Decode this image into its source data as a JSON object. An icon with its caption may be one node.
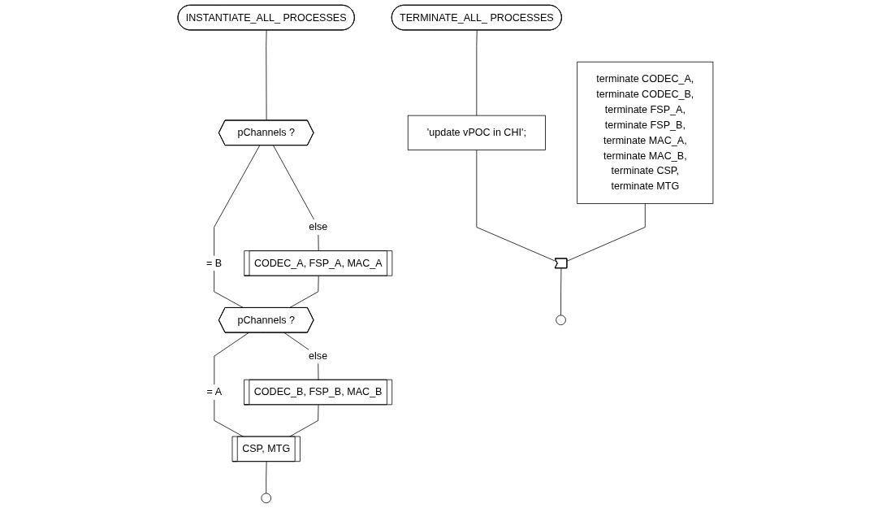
{
  "diagram": {
    "nodes": [
      {
        "text": [
          "INSTANTIATE_ALL_ PROCESSES"
        ]
      },
      {
        "text": [
          "pChannels ?"
        ]
      },
      {
        "text": [
          "CODEC_A, FSP_A, MAC_A"
        ]
      },
      {
        "text": [
          "pChannels ?"
        ]
      },
      {
        "text": [
          "CODEC_B, FSP_B, MAC_B"
        ]
      },
      {
        "text": [
          "CSP, MTG"
        ]
      },
      {
        "text": [],
        "shape": "circle"
      },
      {
        "text": [
          "TERMINATE_ALL_ PROCESSES"
        ]
      },
      {
        "text": [
          "'update vPOC in CHI';"
        ]
      },
      {
        "text": [],
        "shape": "flag"
      },
      {
        "text": [
          "terminate CODEC_A, terminate CODEC_B, terminate FSP_A, terminate FSP_B, terminate MAC_A, terminate MAC_B, terminate CSP, terminate MTG"
        ]
      },
      {
        "text": [],
        "shape": "circle"
      }
    ],
    "edges": [
      {
        "from": 0,
        "to": 1,
        "arrow": "none"
      },
      {
        "from": 1,
        "to": 2,
        "label": "else",
        "arrow": "none"
      },
      {
        "from": 1,
        "to": 3,
        "label": "= B",
        "arrow": "none"
      },
      {
        "from": 2,
        "to": 3,
        "arrow": "none"
      },
      {
        "from": 3,
        "to": 4,
        "label": "else",
        "arrow": "none"
      },
      {
        "from": 3,
        "to": 5,
        "label": "= A",
        "arrow": "none"
      },
      {
        "from": 4,
        "to": 5,
        "arrow": "none"
      },
      {
        "from": 5,
        "to": 6,
        "arrow": "none"
      },
      {
        "from": 7,
        "to": 8,
        "arrow": "none"
      },
      {
        "from": 8,
        "to": 9,
        "arrow": "none"
      },
      {
        "from": 9,
        "to": 11,
        "arrow": "none"
      },
      {
        "from": 10,
        "to": 9,
        "arrow": "none"
      }
    ]
  }
}
